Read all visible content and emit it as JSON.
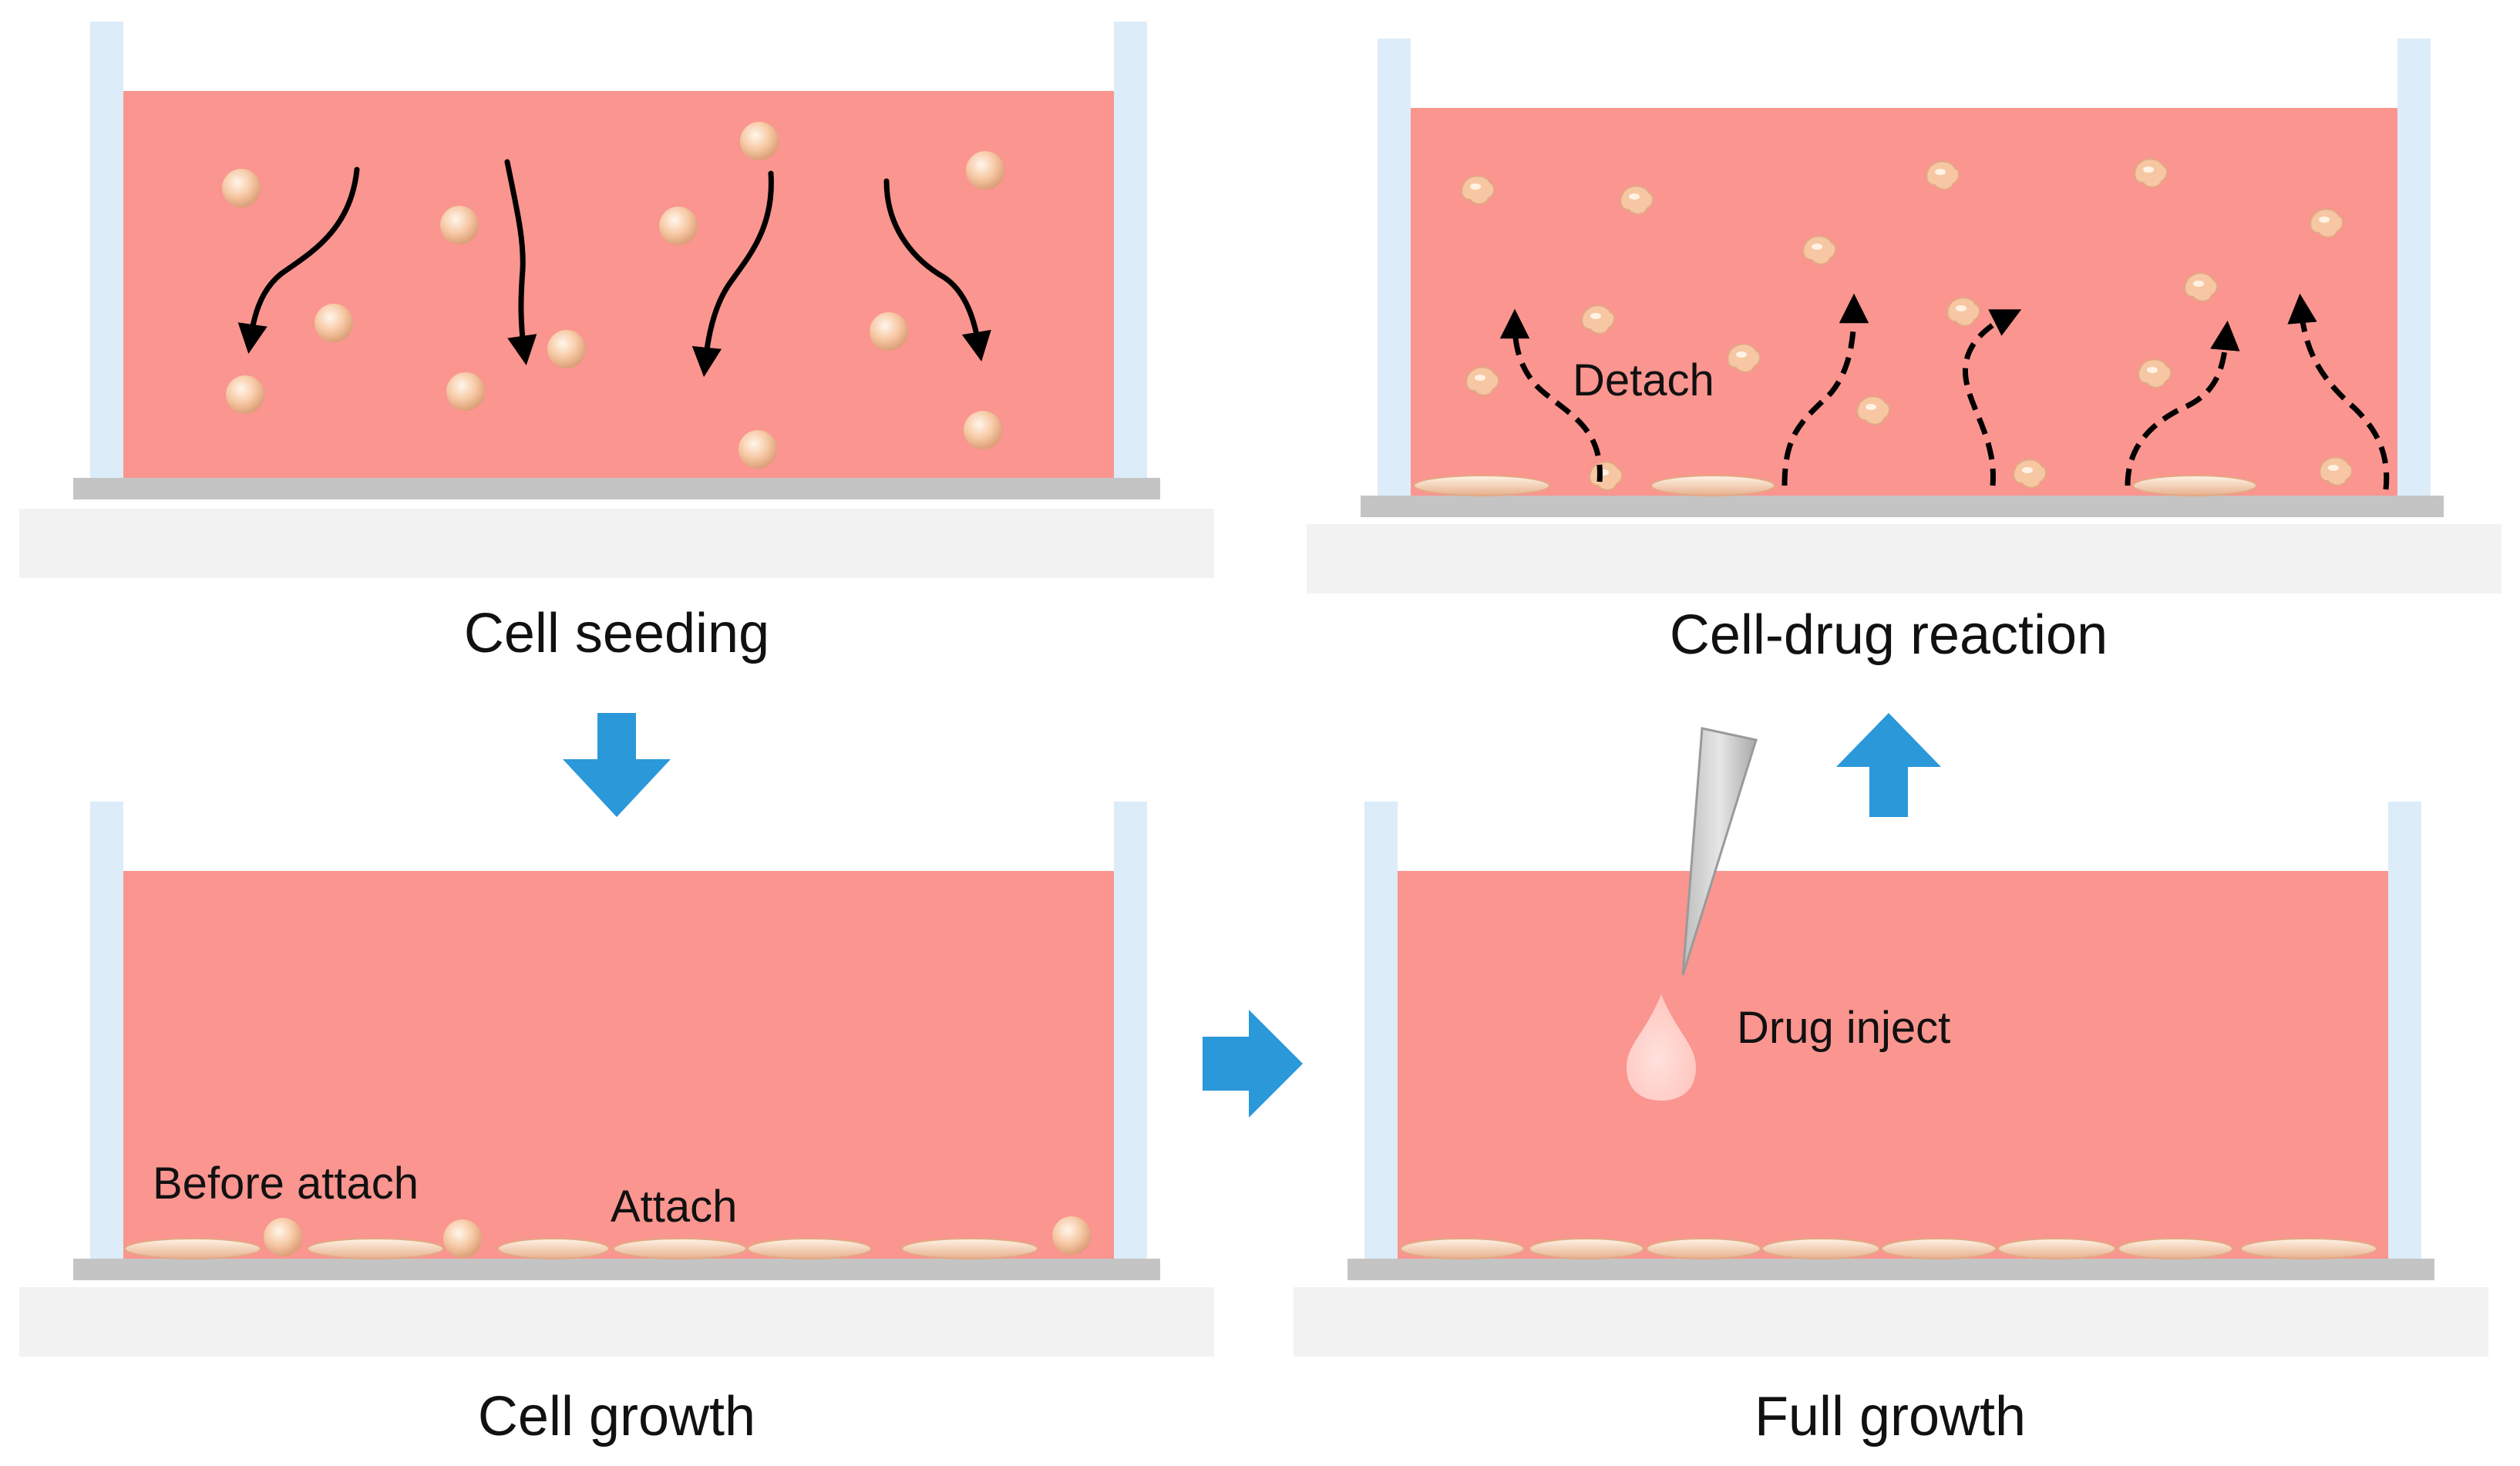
{
  "panels": {
    "seeding": {
      "caption": "Cell seeding"
    },
    "growth": {
      "caption": "Cell growth",
      "label_before": "Before attach",
      "label_attach": "Attach"
    },
    "full": {
      "caption": "Full growth",
      "label_drug": "Drug inject"
    },
    "reaction": {
      "caption": "Cell-drug reaction",
      "label_detach": "Detach"
    }
  },
  "colors": {
    "medium": "#fa958f",
    "wall": "#dcecf9",
    "base": "#c4c4c4",
    "stage": "#f2f2f2",
    "cell": "#f7caa6",
    "arrow": "#2b98d9",
    "curve": "#000000"
  },
  "icons": {
    "flow_arrow": "block-arrow-icon",
    "pipette": "pipette-tip-icon",
    "drop": "drug-droplet-icon"
  }
}
